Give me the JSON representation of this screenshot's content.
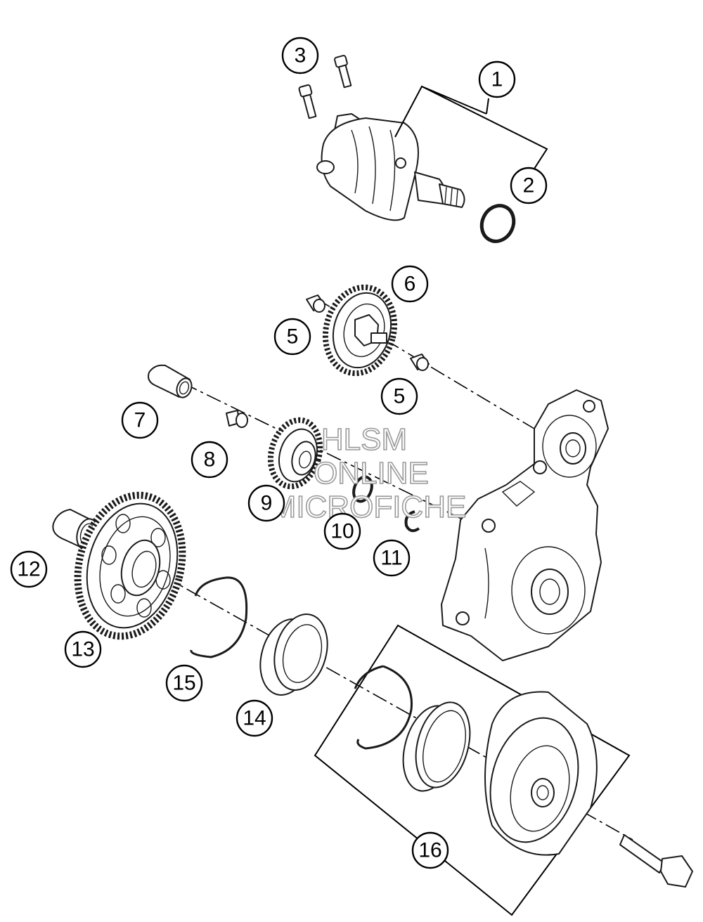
{
  "callouts": [
    {
      "id": "1",
      "label": "1"
    },
    {
      "id": "2",
      "label": "2"
    },
    {
      "id": "3",
      "label": "3"
    },
    {
      "id": "6",
      "label": "6"
    },
    {
      "id": "5a",
      "label": "5"
    },
    {
      "id": "5b",
      "label": "5"
    },
    {
      "id": "7",
      "label": "7"
    },
    {
      "id": "8",
      "label": "8"
    },
    {
      "id": "9",
      "label": "9"
    },
    {
      "id": "10",
      "label": "10"
    },
    {
      "id": "11",
      "label": "11"
    },
    {
      "id": "12",
      "label": "12"
    },
    {
      "id": "13",
      "label": "13"
    },
    {
      "id": "15",
      "label": "15"
    },
    {
      "id": "14",
      "label": "14"
    },
    {
      "id": "16",
      "label": "16"
    }
  ],
  "watermark": {
    "line1": "HLSM",
    "line2": "ONLINE",
    "line3": "MICROFICHE"
  }
}
